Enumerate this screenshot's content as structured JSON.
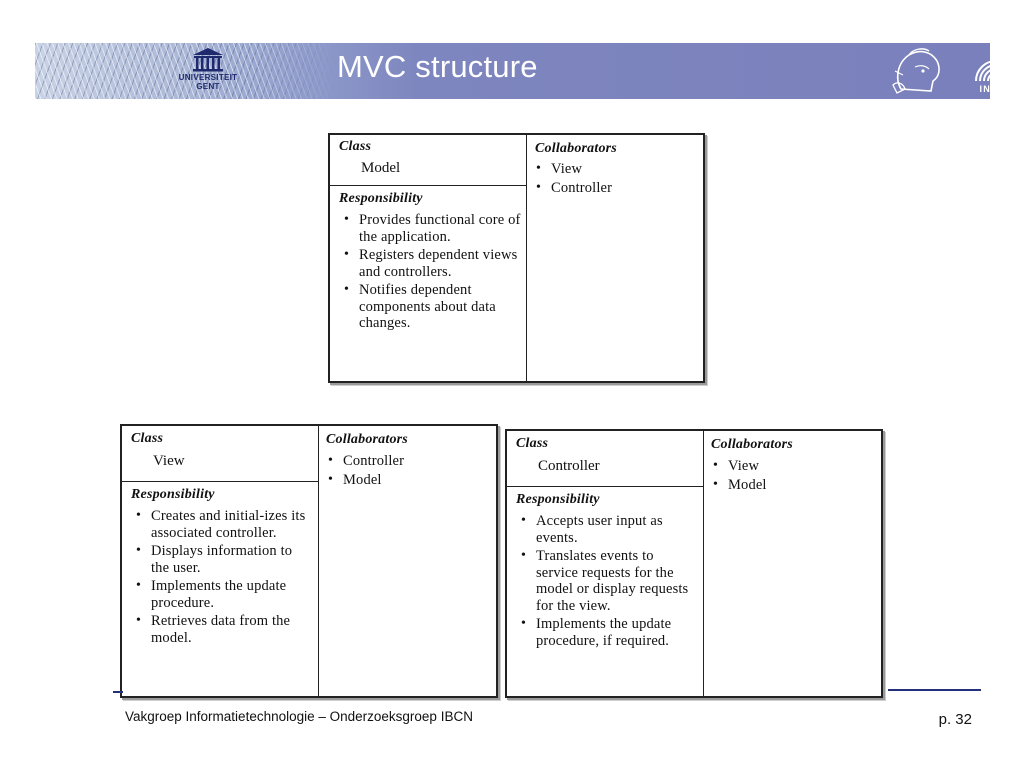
{
  "header": {
    "title": "MVC structure",
    "university": [
      "UNIVERSITEIT",
      "GENT"
    ],
    "intec": "INTEC",
    "colors": {
      "banner": "#7a80bb",
      "title": "#ffffff",
      "rule": "#23317a"
    }
  },
  "cards": {
    "model": {
      "class_label": "Class",
      "class_name": "Model",
      "responsibility_label": "Responsibility",
      "responsibilities": [
        "Provides functional core of the application.",
        "Registers dependent views and controllers.",
        "Notifies dependent components about data changes."
      ],
      "collaborators_label": "Collaborators",
      "collaborators": [
        "View",
        "Controller"
      ]
    },
    "view": {
      "class_label": "Class",
      "class_name": "View",
      "responsibility_label": "Responsibility",
      "responsibilities": [
        "Creates and initial-izes its associated controller.",
        "Displays information to the user.",
        "Implements the update procedure.",
        "Retrieves data from the model."
      ],
      "collaborators_label": "Collaborators",
      "collaborators": [
        "Controller",
        "Model"
      ]
    },
    "controller": {
      "class_label": "Class",
      "class_name": "Controller",
      "responsibility_label": "Responsibility",
      "responsibilities": [
        "Accepts user input as events.",
        "Translates events to service requests for the model or display requests for the view.",
        "Implements the update procedure, if required."
      ],
      "collaborators_label": "Collaborators",
      "collaborators": [
        "View",
        "Model"
      ]
    }
  },
  "footer": {
    "text": "Vakgroep Informatietechnologie – Onderzoeksgroep IBCN",
    "page": "p. 32"
  }
}
